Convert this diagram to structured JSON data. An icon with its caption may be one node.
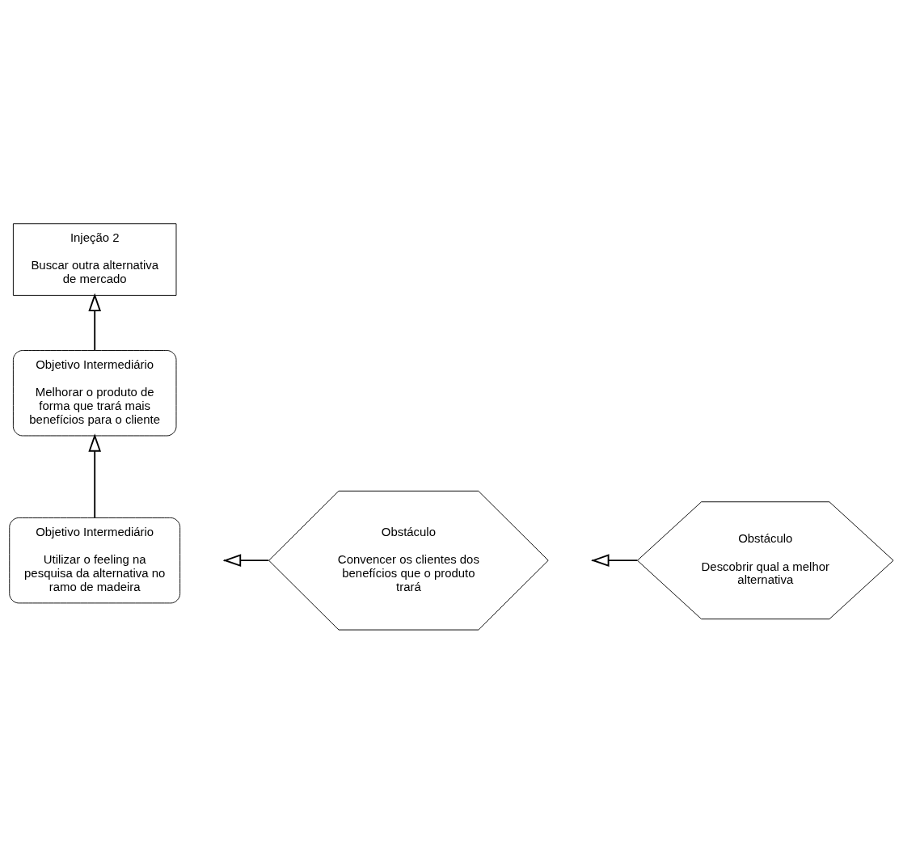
{
  "diagram": {
    "nodes": [
      {
        "text": [
          "Injeção 2",
          "Buscar outra alternativa de mercado"
        ]
      },
      {
        "text": [
          "Obstáculo",
          "Convencer os clientes dos benefícios que o produto trará"
        ]
      },
      {
        "text": [
          "Objetivo Intermediário",
          "Melhorar o produto de forma que trará mais benefícios para o cliente"
        ]
      },
      {
        "text": [
          "Obstáculo",
          "Descobrir qual a melhor alternativa"
        ]
      },
      {
        "text": [
          "Objetivo Intermediário",
          "Utilizar o feeling na pesquisa da alternativa no ramo de madeira"
        ]
      }
    ],
    "edges": [
      {
        "from": 2,
        "to": 0,
        "arrow": "to"
      },
      {
        "from": 1,
        "to": null,
        "arrow": "to"
      },
      {
        "from": 4,
        "to": 2,
        "arrow": "to"
      },
      {
        "from": 3,
        "to": null,
        "arrow": "to"
      }
    ]
  }
}
